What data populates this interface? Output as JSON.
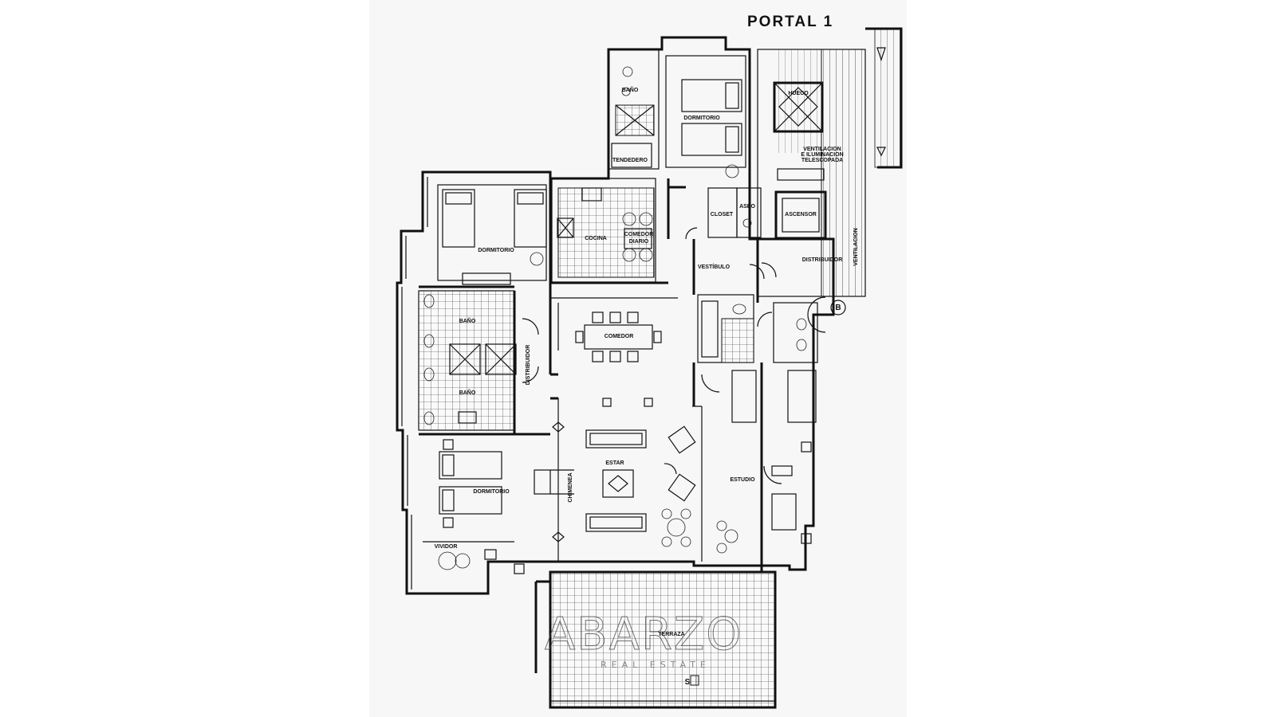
{
  "header": {
    "title": "PORTAL 1"
  },
  "rooms": [
    {
      "id": "bano-top",
      "label": "BAÑO"
    },
    {
      "id": "dormitorio-top",
      "label": "DORMITORIO"
    },
    {
      "id": "hueco",
      "label": "HUECO"
    },
    {
      "id": "tendedero",
      "label": "TENDEDERO"
    },
    {
      "id": "ventilacion-1",
      "label": "VENTILACION"
    },
    {
      "id": "ventilacion-2",
      "label": "E ILUMINACION"
    },
    {
      "id": "ventilacion-3",
      "label": "TELESCOPADA"
    },
    {
      "id": "ascensor",
      "label": "ASCENSOR"
    },
    {
      "id": "closet",
      "label": "CLOSET"
    },
    {
      "id": "aseo",
      "label": "ASEO"
    },
    {
      "id": "cocina",
      "label": "COCINA"
    },
    {
      "id": "comedor-diario-1",
      "label": "COMEDOR"
    },
    {
      "id": "comedor-diario-2",
      "label": "DIARIO"
    },
    {
      "id": "dormitorio-left",
      "label": "DORMITORIO"
    },
    {
      "id": "vestibulo",
      "label": "VESTÍBULO"
    },
    {
      "id": "distribuidor-right",
      "label": "DISTRIBUIDOR"
    },
    {
      "id": "ventilacion-side",
      "label": "VENTILACION"
    },
    {
      "id": "marker-b",
      "label": "B"
    },
    {
      "id": "bano-left-1",
      "label": "BAÑO"
    },
    {
      "id": "comedor",
      "label": "COMEDOR"
    },
    {
      "id": "distribuidor-left",
      "label": "DISTRIBUIDOR"
    },
    {
      "id": "bano-left-2",
      "label": "BAÑO"
    },
    {
      "id": "estar",
      "label": "ESTAR"
    },
    {
      "id": "chimenea",
      "label": "CHIMENEA"
    },
    {
      "id": "estudio",
      "label": "ESTUDIO"
    },
    {
      "id": "dormitorio-bottom",
      "label": "DORMITORIO"
    },
    {
      "id": "vividor",
      "label": "VIVIDOR"
    },
    {
      "id": "terraza",
      "label": "TERRAZA"
    },
    {
      "id": "marker-s",
      "label": "S"
    }
  ],
  "watermark": {
    "brand": "ABARZO",
    "tagline": "REAL ESTATE"
  }
}
